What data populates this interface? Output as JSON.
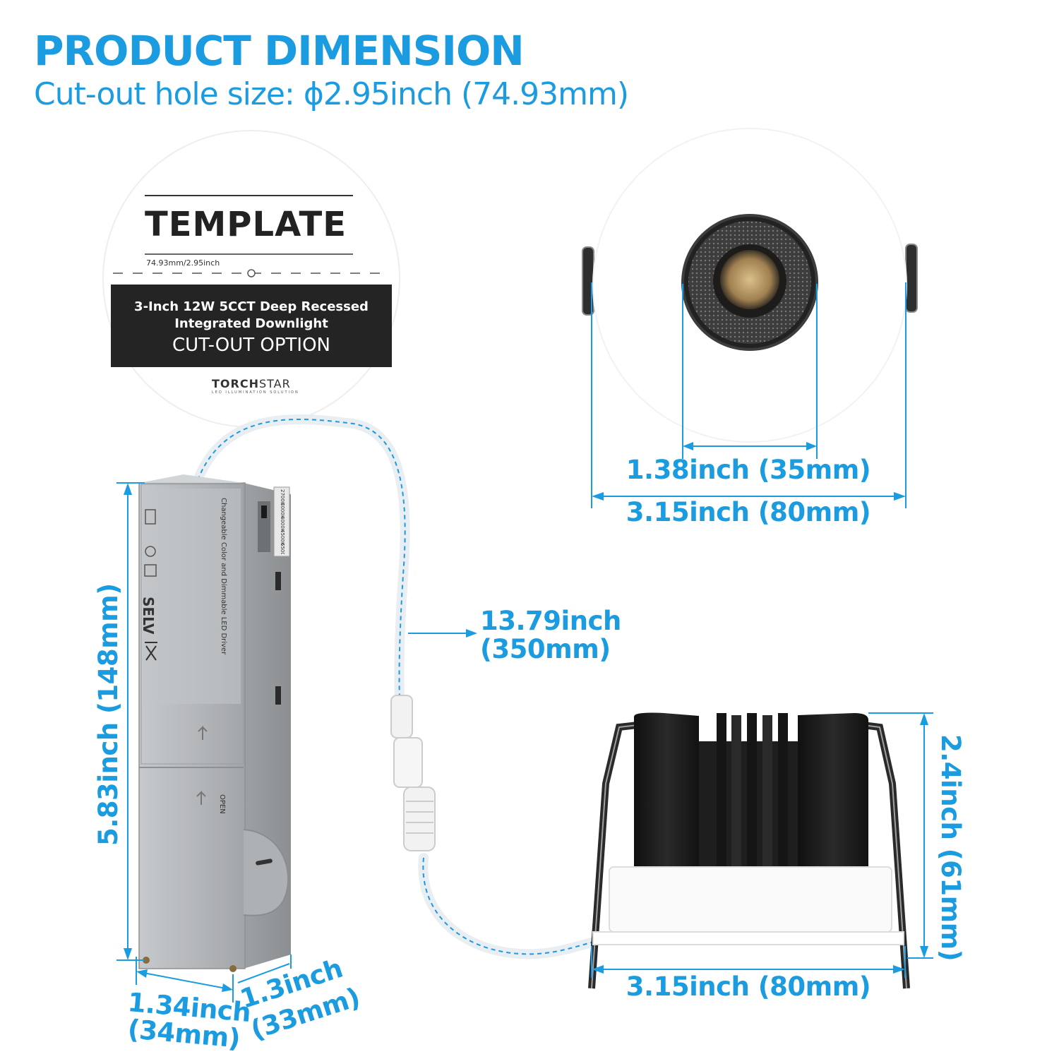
{
  "header": {
    "title": "PRODUCT DIMENSION",
    "subtitle": "Cut-out hole size: ϕ2.95inch (74.93mm)"
  },
  "template_card": {
    "title": "TEMPLATE",
    "size_label": "74.93mm/2.95inch",
    "product_line1": "3-Inch 12W 5CCT Deep Recessed",
    "product_line2": "Integrated Downlight",
    "option": "CUT-OUT OPTION",
    "brand_bold": "TORCH",
    "brand_rest": "STAR",
    "brand_tagline": "LED ILLUMINATION SOLUTION"
  },
  "driver_box": {
    "label_title": "Changeable Color and Dimmable LED Driver",
    "selv": "SELV",
    "open": "OPEN",
    "cct_options": [
      "2700K",
      "3000K",
      "4000K",
      "4500K",
      "6500K"
    ]
  },
  "dimensions": {
    "lens_width": "1.38inch (35mm)",
    "trim_width_top": "3.15inch (80mm)",
    "cable_length_line1": "13.79inch",
    "cable_length_line2": "(350mm)",
    "box_height": "5.83inch (148mm)",
    "box_width_line1": "1.34inch",
    "box_width_line2": "(34mm)",
    "box_depth_line1": "1.3inch",
    "box_depth_line2": "(33mm)",
    "light_height": "2.4inch (61mm)",
    "trim_width_side": "3.15inch (80mm)"
  },
  "colors": {
    "accent": "#1b9be0",
    "housing": "#1c1c1c",
    "driver": "#b9bcbf",
    "template_band": "#222222"
  }
}
